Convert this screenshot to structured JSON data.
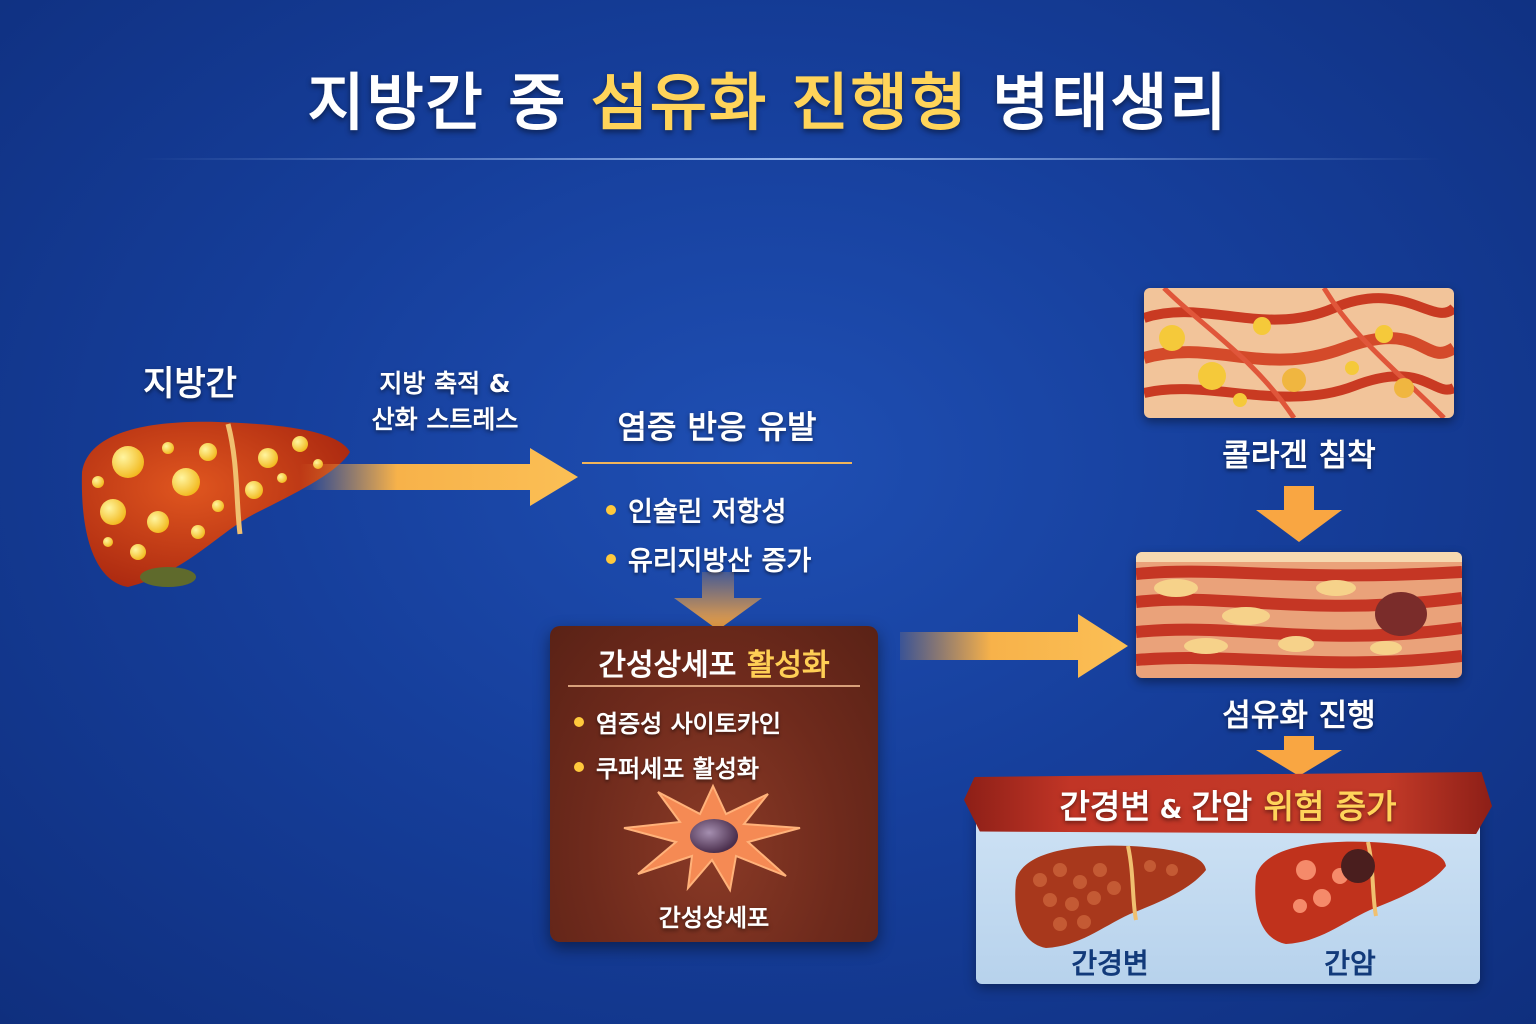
{
  "title": {
    "part1": "지방간 중 ",
    "highlight": "섬유화 진행형",
    "part2": " 병태생리"
  },
  "steps": {
    "fatty_liver": "지방간",
    "arrow1_line1": "지방 축적 &",
    "arrow1_line2": "산화 스트레스",
    "inflammation": "염증 반응 유발",
    "inflammation_bullets": [
      "인슐린 저항성",
      "유리지방산 증가"
    ],
    "hsc_title": "간성상세포",
    "hsc_title_highlight": "활성화",
    "hsc_bullets": [
      "염증성 사이토카인",
      "쿠퍼세포 활성화"
    ],
    "hsc_cell_label": "간성상세포",
    "collagen": "콜라겐 침착",
    "fibrosis": "섬유화 진행",
    "risk_title_part1": "간경변",
    "risk_title_amp": " & ",
    "risk_title_part2": "간암 ",
    "risk_title_highlight": "위험 증가",
    "cirrhosis": "간경변",
    "cancer": "간암"
  },
  "colors": {
    "background": "#163f9c",
    "accent": "#ffd45a",
    "arrow": "#f7a43c",
    "box": "#6e2a1c"
  }
}
